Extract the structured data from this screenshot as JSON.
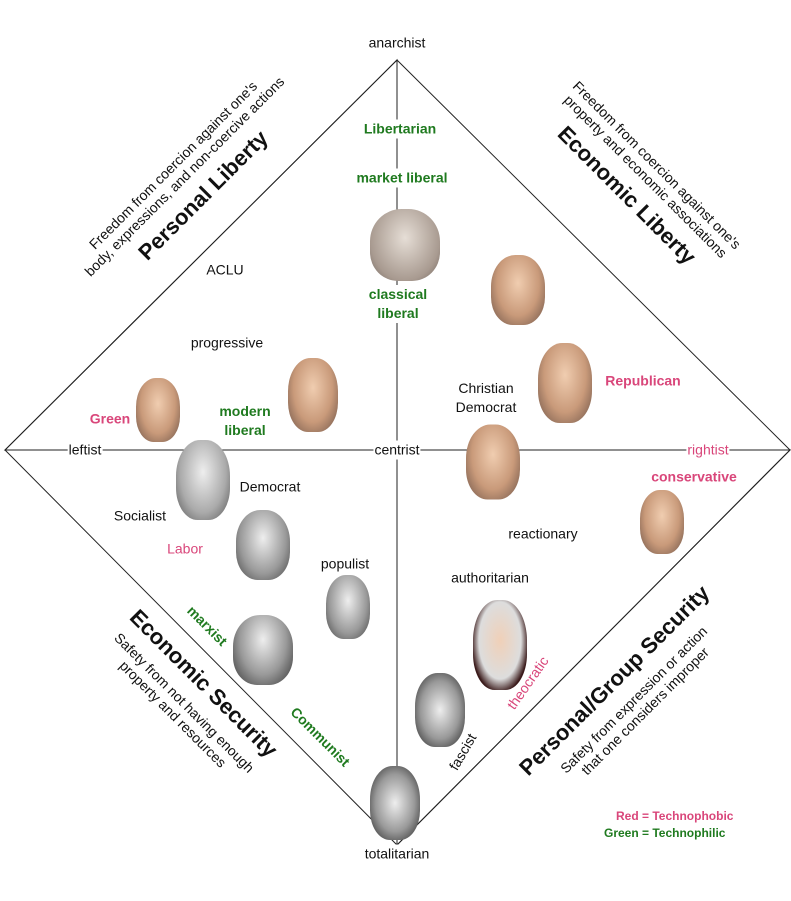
{
  "axis_labels": {
    "top": "anarchist",
    "bottom": "totalitarian",
    "left": "leftist",
    "center": "centrist",
    "right": "rightist"
  },
  "quadrants": {
    "top_left": {
      "title": "Personal Liberty",
      "subtitle": [
        "Freedom from coercion against one's",
        "body, expressions, and non-coercive actions"
      ]
    },
    "top_right": {
      "title": "Economic Liberty",
      "subtitle": [
        "Freedom from coercion against one's",
        "property and economic associations"
      ]
    },
    "bottom_left": {
      "title": "Economic Security",
      "subtitle": [
        "Safety from not having enough",
        "property and resources"
      ]
    },
    "bottom_right": {
      "title": "Personal/Group Security",
      "subtitle": [
        "Safety from expression or action",
        "that one considers improper"
      ]
    }
  },
  "labels": {
    "libertarian": "Libertarian",
    "market_liberal": "market liberal",
    "classical_liberal_1": "classical",
    "classical_liberal_2": "liberal",
    "aclu": "ACLU",
    "progressive": "progressive",
    "green": "Green",
    "modern_liberal_1": "modern",
    "modern_liberal_2": "liberal",
    "christian_democrat_1": "Christian",
    "christian_democrat_2": "Democrat",
    "republican": "Republican",
    "conservative": "conservative",
    "democrat": "Democrat",
    "socialist": "Socialist",
    "labor": "Labor",
    "populist": "populist",
    "reactionary": "reactionary",
    "authoritarian": "authoritarian",
    "marxist": "marxist",
    "communist": "Communist",
    "fascist": "fascist",
    "theocratic": "theocratic"
  },
  "legend": {
    "red": "Red = Technophobic",
    "green": "Green = Technophilic"
  },
  "colors": {
    "red": "#d9467a",
    "green": "#1f7a1f"
  }
}
